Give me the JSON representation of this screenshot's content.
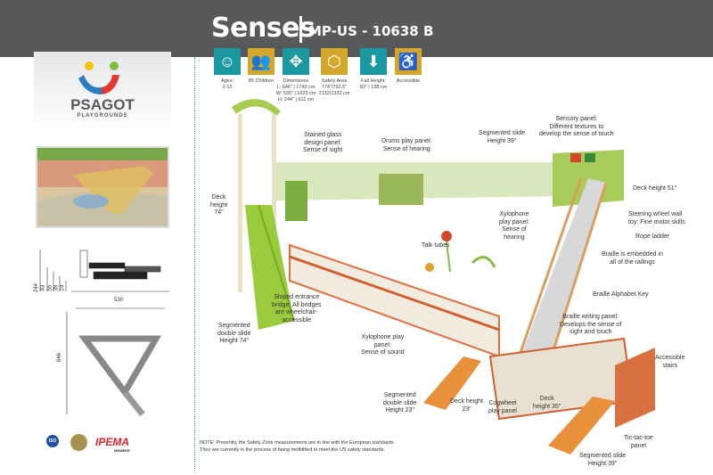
{
  "header": {
    "title": "Senses",
    "model": "MP-US - 10638 B"
  },
  "specs": [
    {
      "icon": "child-face-icon",
      "color": "#1a9aa0",
      "label": "Ages:\n2-12"
    },
    {
      "icon": "children-group-icon",
      "color": "#d4a62a",
      "label": "85 Children"
    },
    {
      "icon": "dimensions-arrows-icon",
      "color": "#1a9aa0",
      "label": "Dimensions\nL: 646\" | 1740 cm\nW: 530\" | 1623 cm\nH: 244\" | 611 cm"
    },
    {
      "icon": "hexagon-safety-icon",
      "color": "#d4a62a",
      "label": "Safety Area\n774\"/732.5\"\n2132/1332 cm"
    },
    {
      "icon": "down-arrow-icon",
      "color": "#1a9aa0",
      "label": "Fall Height:\n83\" | 198 cm"
    },
    {
      "icon": "wheelchair-icon",
      "color": "#d4a62a",
      "label": "Accessible"
    }
  ],
  "logo": {
    "name": "PSAGOT",
    "sub": "PLAYGROUNDS"
  },
  "drawing": {
    "side_heights": [
      "244",
      "83",
      "55",
      "39",
      "24"
    ],
    "width": "530",
    "length": "646"
  },
  "labels": [
    {
      "text": "Stained glass\ndesign panel:\nSense of sight"
    },
    {
      "text": "Drums play panel:\nSense of hearing"
    },
    {
      "text": "Segmented slide\nHeight 39\""
    },
    {
      "text": "Sensory panel:\nDifferent textures to\ndevelop the sense of touch"
    },
    {
      "text": "Deck\nheight\n74\""
    },
    {
      "text": "Deck height 51\""
    },
    {
      "text": "Xylophone\nplay panel:\nSense of\nhearing"
    },
    {
      "text": "Steering wheel wall\ntoy: Fine motor skills"
    },
    {
      "text": "Rope ladder"
    },
    {
      "text": "Talk tubes"
    },
    {
      "text": "Braille is embedded in\nall of the railings"
    },
    {
      "text": "Braille Alphabet Key"
    },
    {
      "text": "Sloped entrance\nbridge: All bridges\nare wheelchair-\naccessible"
    },
    {
      "text": "Braille writing panel:\nDevelops the sense of\nsight and touch"
    },
    {
      "text": "Segmented\ndouble slide\nHeight 74\""
    },
    {
      "text": "Xylophone play\npanel:\nSense of sound"
    },
    {
      "text": "Accessible\nstairs"
    },
    {
      "text": "Segmented\ndouble slide\nHeight 23\""
    },
    {
      "text": "Deck height\n23\""
    },
    {
      "text": "Cogwheel\nplay panel"
    },
    {
      "text": "Deck\nheight 35\""
    },
    {
      "text": "Tic-tac-toe\npanel"
    },
    {
      "text": "Segmented slide\nHeight 39\""
    }
  ],
  "certifications": {
    "iso": "ISO",
    "ipema": "IPEMA",
    "ipema_sub": "MEMBER"
  },
  "note": "NOTE: Presently, the Safety Zone measurements are in line with the European standards.\nThey are currently in the process of being mofidified to meet the US safety standards."
}
